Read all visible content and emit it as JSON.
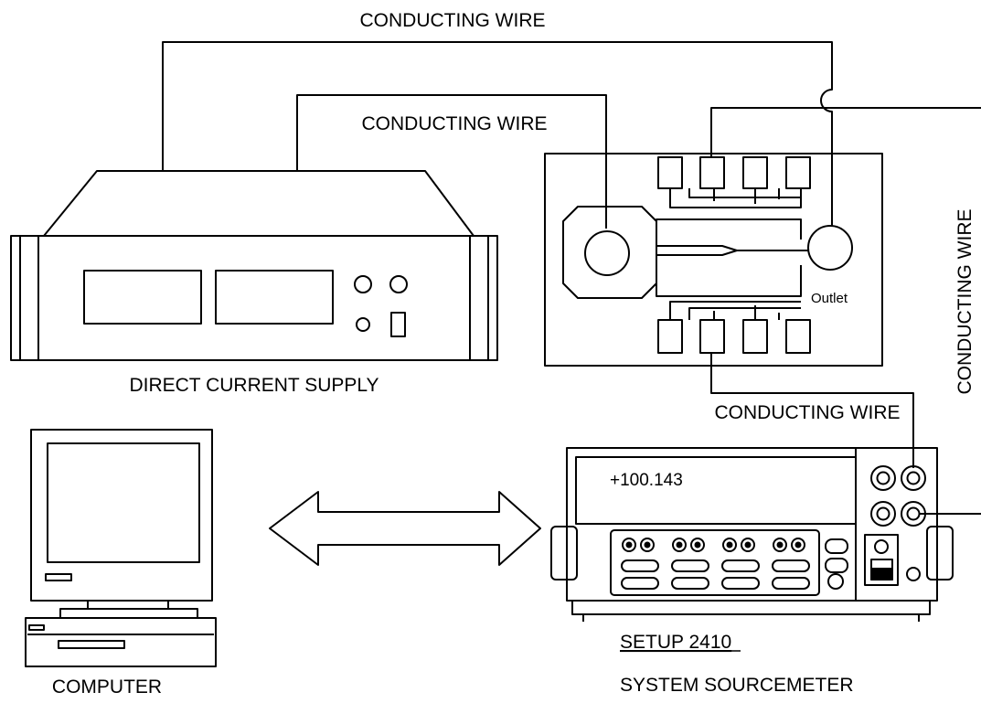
{
  "labels": {
    "wire_top": "CONDUCTING WIRE",
    "wire_mid": "CONDUCTING WIRE",
    "wire_right": "CONDUCTING WIRE",
    "wire_bottom": "CONDUCTING WIRE",
    "dc_supply": "DIRECT CURRENT SUPPLY",
    "computer": "COMPUTER",
    "setup": "SETUP 2410",
    "sourcemeter": "SYSTEM SOURCEMETER",
    "outlet": "Outlet",
    "display_value": "+100.143"
  }
}
